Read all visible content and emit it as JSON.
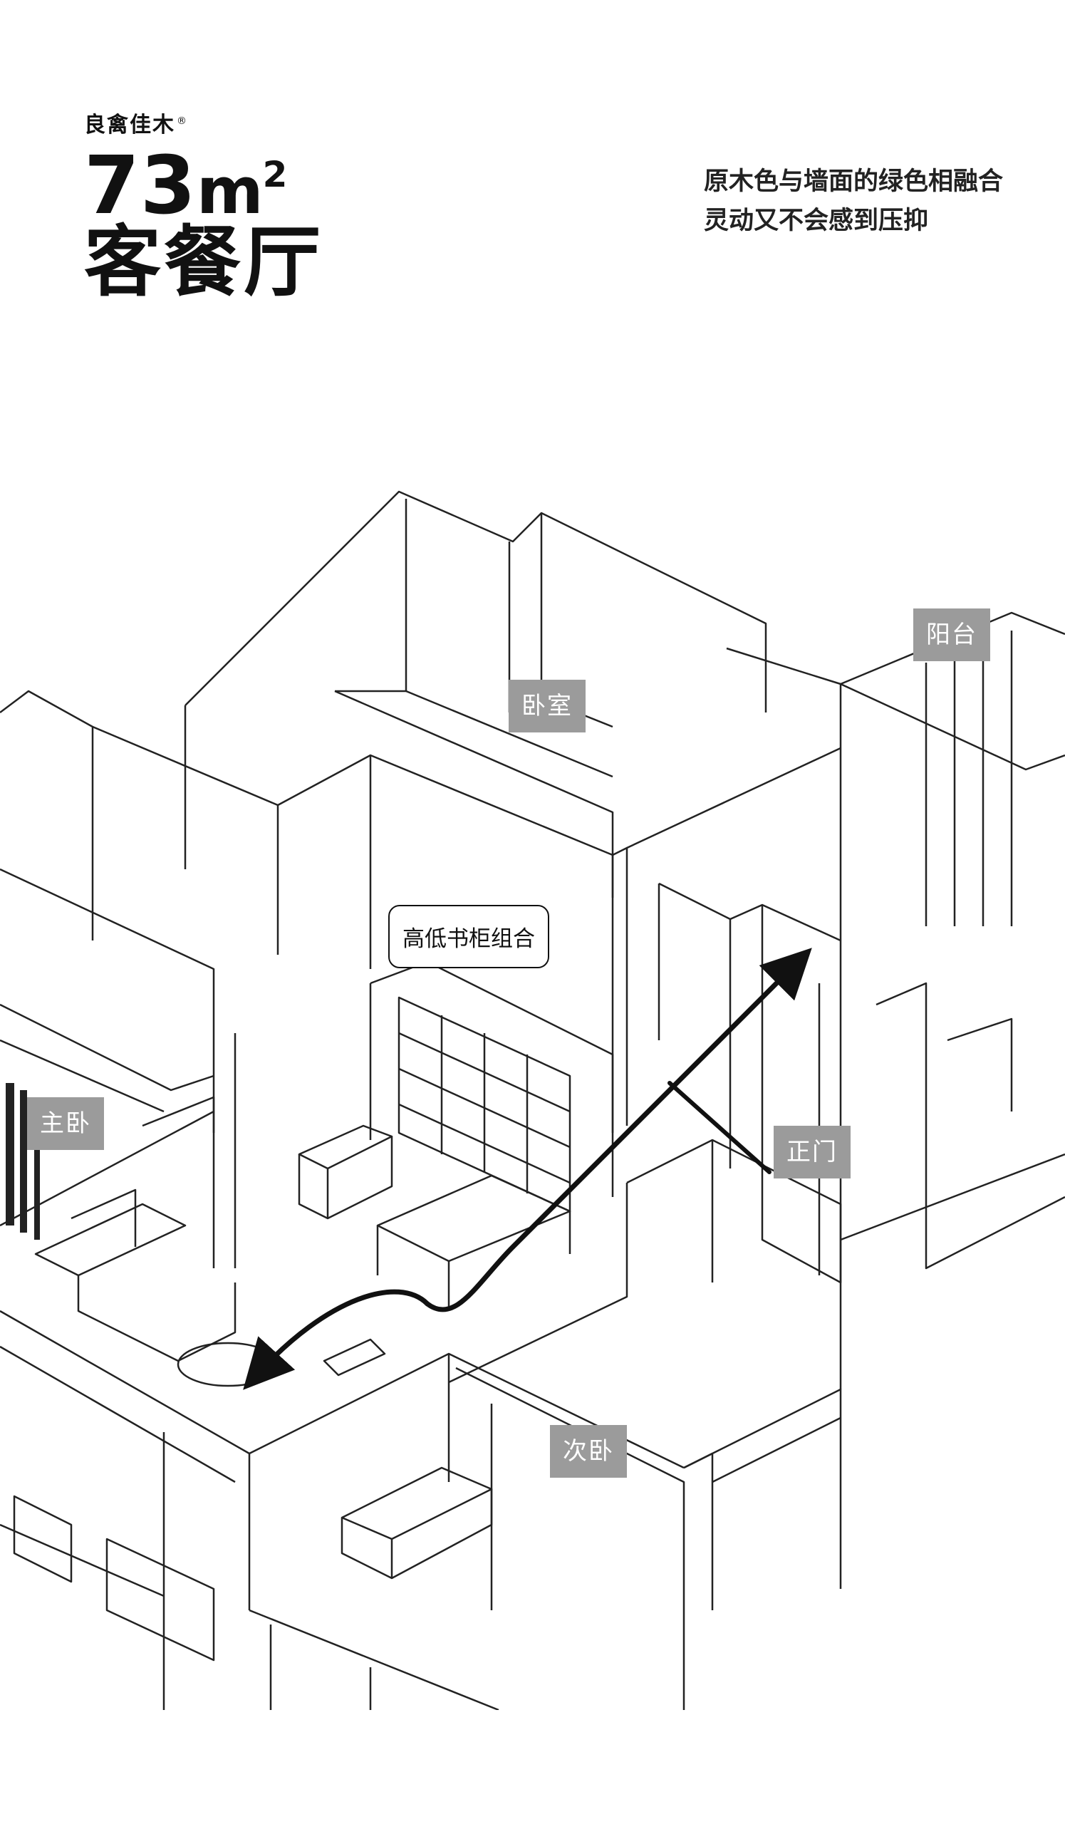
{
  "header": {
    "brand": "良禽佳木",
    "brand_mark": "®",
    "area_number": "73",
    "area_unit": "m",
    "area_unit_sup": "2",
    "room_title": "客餐厅"
  },
  "description": {
    "line1": "原木色与墙面的绿色相融合",
    "line2": "灵动又不会感到压抑"
  },
  "plan_labels": {
    "bedroom": "卧室",
    "balcony": "阳台",
    "bookcase": "高低书柜组合",
    "master_bedroom": "主卧",
    "entrance": "正门",
    "second_bedroom": "次卧"
  },
  "colors": {
    "tag_background": "#9b9b9b",
    "line": "#111111",
    "background": "#ffffff"
  }
}
